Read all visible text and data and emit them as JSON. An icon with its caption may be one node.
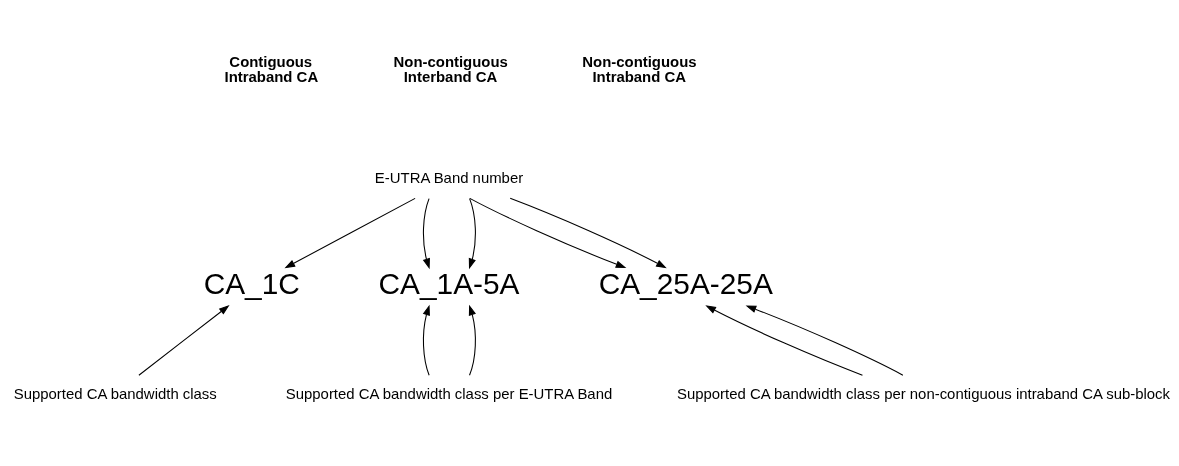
{
  "diagram": {
    "nodes": [
      {
        "text": [
          "E-UTRA Band number"
        ]
      },
      {
        "text": [
          "CA_1C"
        ]
      },
      {
        "text": [
          "CA_1A-5A"
        ]
      },
      {
        "text": [
          "CA_25A-25A"
        ]
      },
      {
        "text": [
          "Supported CA bandwidth class"
        ]
      },
      {
        "text": [
          "Supported CA bandwidth class per E-UTRA Band"
        ]
      },
      {
        "text": [
          "Supported CA bandwidth class per non-contiguous intraband CA sub-block"
        ]
      }
    ],
    "edges": [
      {
        "from": 0,
        "to": 1,
        "arrow": "to"
      },
      {
        "from": 0,
        "to": 2,
        "arrow": "to"
      },
      {
        "from": 0,
        "to": 2,
        "arrow": "to"
      },
      {
        "from": 0,
        "to": 3,
        "arrow": "to"
      },
      {
        "from": 0,
        "to": 3,
        "arrow": "to"
      },
      {
        "from": 4,
        "to": 1,
        "arrow": "to"
      },
      {
        "from": 5,
        "to": 2,
        "arrow": "to"
      },
      {
        "from": 5,
        "to": 2,
        "arrow": "to"
      },
      {
        "from": 6,
        "to": 3,
        "arrow": "to"
      },
      {
        "from": 6,
        "to": 3,
        "arrow": "to"
      }
    ],
    "labels": [
      "Contiguous Intraband CA",
      "Non-contiguous Interband CA",
      "Non-contiguous Intraband CA"
    ]
  }
}
